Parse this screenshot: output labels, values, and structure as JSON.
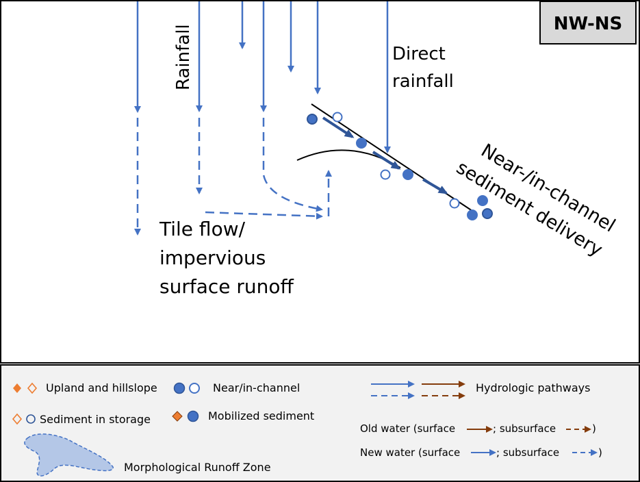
{
  "badge": "NW-NS",
  "labels": {
    "rainfall": "Rainfall",
    "direct_rainfall": [
      "Direct",
      "rainfall"
    ],
    "tile_flow": [
      "Tile flow/",
      "impervious",
      "surface runoff"
    ],
    "near_channel": [
      "Near-/in-channel",
      "sediment delivery"
    ]
  },
  "legend": {
    "upland": "Upland and hillslope",
    "near_channel": "Near/in-channel",
    "hydrologic": "Hydrologic pathways",
    "storage": "Sediment in storage",
    "mobilized": "Mobilized sediment",
    "old_water": "Old water (surface",
    "new_water": "New water (surface",
    "subsurface": "; subsurface",
    "close_paren": ")",
    "runoff_zone": "Morphological Runoff Zone"
  },
  "colors": {
    "new_water": "#4472c4",
    "old_water": "#843c0c",
    "upland": "#ed7d31",
    "channel_dark": "#2f5597",
    "legend_bg": "#f2f2f2",
    "badge_bg": "#d9d9d9",
    "runoff_zone_fill": "#b4c7e7"
  }
}
